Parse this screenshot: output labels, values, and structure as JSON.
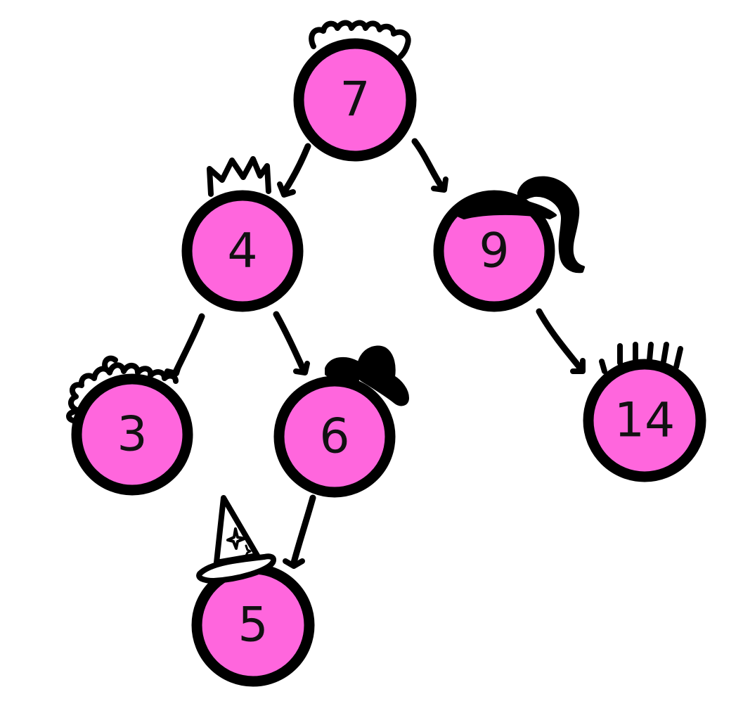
{
  "colors": {
    "node_fill": "#ff66dd",
    "outline": "#000000",
    "background": "#ffffff"
  },
  "tree": {
    "nodes": [
      {
        "id": "n7",
        "label": "7",
        "hat": "curly-hair-icon"
      },
      {
        "id": "n4",
        "label": "4",
        "hat": "crown-icon"
      },
      {
        "id": "n9",
        "label": "9",
        "hat": "ponytail-icon"
      },
      {
        "id": "n3",
        "label": "3",
        "hat": "curls-icon"
      },
      {
        "id": "n6",
        "label": "6",
        "hat": "bow-icon"
      },
      {
        "id": "n14",
        "label": "14",
        "hat": "spiky-hair-icon"
      },
      {
        "id": "n5",
        "label": "5",
        "hat": "wizard-hat-icon"
      }
    ],
    "edges": [
      {
        "from": "7",
        "to": "4"
      },
      {
        "from": "7",
        "to": "9"
      },
      {
        "from": "4",
        "to": "3"
      },
      {
        "from": "4",
        "to": "6"
      },
      {
        "from": "9",
        "to": "14"
      },
      {
        "from": "6",
        "to": "5"
      }
    ]
  }
}
